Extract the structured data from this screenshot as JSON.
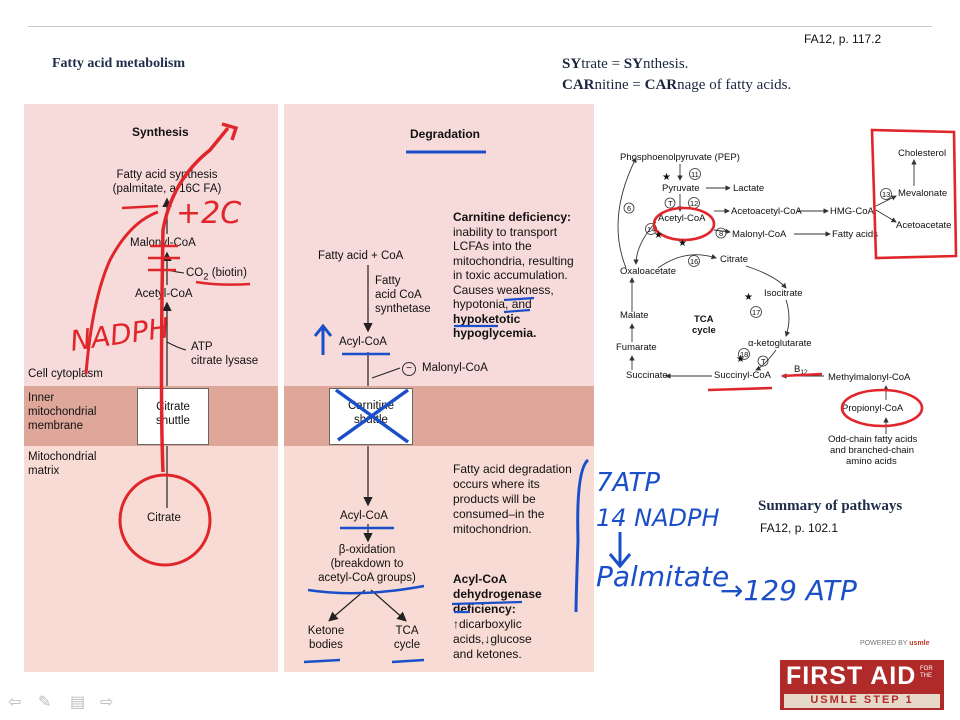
{
  "header": {
    "source_top": "FA12, p. 117.2",
    "title": "Fatty acid metabolism",
    "mnemonic1_pre": "SY",
    "mnemonic1_mid": "trate = ",
    "mnemonic1_b2": "SY",
    "mnemonic1_post": "nthesis.",
    "mnemonic2_pre": "CAR",
    "mnemonic2_mid": "nitine = ",
    "mnemonic2_b2": "CAR",
    "mnemonic2_post": "nage of fatty acids."
  },
  "regions": {
    "cytoplasm": "Cell cytoplasm",
    "inner_membrane_1": "Inner",
    "inner_membrane_2": "mitochondrial",
    "inner_membrane_3": "membrane",
    "matrix_1": "Mitochondrial",
    "matrix_2": "matrix"
  },
  "synthesis": {
    "title": "Synthesis",
    "product_1": "Fatty acid synthesis",
    "product_2": "(palmitate, a 16C FA)",
    "malonyl": "Malonyl-CoA",
    "co2_a": "CO",
    "co2_sub": "2",
    "co2_b": " (biotin)",
    "acetyl": "Acetyl-CoA",
    "atp_1": "ATP",
    "atp_2": "citrate lysase",
    "shuttle_1": "Citrate",
    "shuttle_2": "shuttle",
    "citrate": "Citrate"
  },
  "degradation": {
    "title": "Degradation",
    "fa_coa": "Fatty acid + CoA",
    "synthetase_1": "Fatty",
    "synthetase_2": "acid CoA",
    "synthetase_3": "synthetase",
    "acyl_top": "Acyl-CoA",
    "inhibit_sign": "−",
    "malonyl_inhib": "Malonyl-CoA",
    "carnitine_1": "Carnitine",
    "carnitine_2": "shuttle",
    "acyl_bottom": "Acyl-CoA",
    "beta_1": "β-oxidation",
    "beta_2": "(breakdown to",
    "beta_3": "acetyl-CoA groups)",
    "ketone_1": "Ketone",
    "ketone_2": "bodies",
    "tca_1": "TCA",
    "tca_2": "cycle"
  },
  "notes": {
    "carn_title": "Carnitine deficiency:",
    "carn_1": "inability to transport",
    "carn_2": "LCFAs into the",
    "carn_3": "mitochondria, resulting",
    "carn_4": "in toxic accumulation.",
    "carn_5": "Causes weakness,",
    "carn_6": "hypotonia, and",
    "carn_7": "hypoketotic",
    "carn_8": "hypoglycemia.",
    "deg_1": "Fatty acid degradation",
    "deg_2": "occurs where its",
    "deg_3": "products will be",
    "deg_4": "consumed–in the",
    "deg_5": "mitochondrion.",
    "acad_1": "Acyl-CoA",
    "acad_2": "dehydrogenase",
    "acad_3": "deficiency:",
    "acad_4": "↑dicarboxylic",
    "acad_5": "acids,↓glucose",
    "acad_6": "and ketones."
  },
  "pathways": {
    "pep": "Phosphoenolpyruvate (PEP)",
    "pyruvate": "Pyruvate",
    "lactate": "Lactate",
    "acetyl": "Acetyl-CoA",
    "acetoacetyl": "Acetoacetyl-CoA",
    "hmg": "HMG-CoA",
    "malonyl": "Malonyl-CoA",
    "fatty_acids": "Fatty acids",
    "cholesterol": "Cholesterol",
    "mevalonate": "Mevalonate",
    "acetoacetate": "Acetoacetate",
    "oxaloacetate": "Oxaloacetate",
    "citrate": "Citrate",
    "isocitrate": "Isocitrate",
    "malate": "Malate",
    "tca_1": "TCA",
    "tca_2": "cycle",
    "akg": "α-ketoglutarate",
    "fumarate": "Fumarate",
    "succinate": "Succinate",
    "succinyl": "Succinyl-CoA",
    "b12": "B",
    "b12_sub": "12",
    "methylmalonyl": "Methylmalonyl-CoA",
    "propionyl": "Propionyl-CoA",
    "oddchain_1": "Odd-chain fatty acids",
    "oddchain_2": "and branched-chain",
    "oddchain_3": "amino acids",
    "n11": "11",
    "n12": "12",
    "nT": "T",
    "n6": "6",
    "n14": "14",
    "n8": "8",
    "n16": "16",
    "n17": "17",
    "n18": "18",
    "n13": "13"
  },
  "summary": {
    "title": "Summary of pathways",
    "source": "FA12, p. 102.1"
  },
  "handwriting": {
    "nadph_red": "NADPH",
    "plus2c": "+2C",
    "atp7": "7ATP",
    "nadph14": "14 NADPH",
    "palmitate": "Palmitate",
    "atp129": "→129 ATP"
  },
  "logo": {
    "powered": "POWERED BY",
    "usmle": "usmle",
    "first_aid": "FIRST AID",
    "for_the": "FOR THE",
    "step": "USMLE STEP 1"
  },
  "toolbar": {
    "prev": "⇦",
    "pen": "✎",
    "menu": "▤",
    "next": "⇨"
  },
  "colors": {
    "panel": "#f7dada",
    "membrane": "#dfa79a",
    "matrix": "#f8dbd4",
    "ink_red": "#e0262a",
    "ink_blue": "#1b4fc9"
  }
}
